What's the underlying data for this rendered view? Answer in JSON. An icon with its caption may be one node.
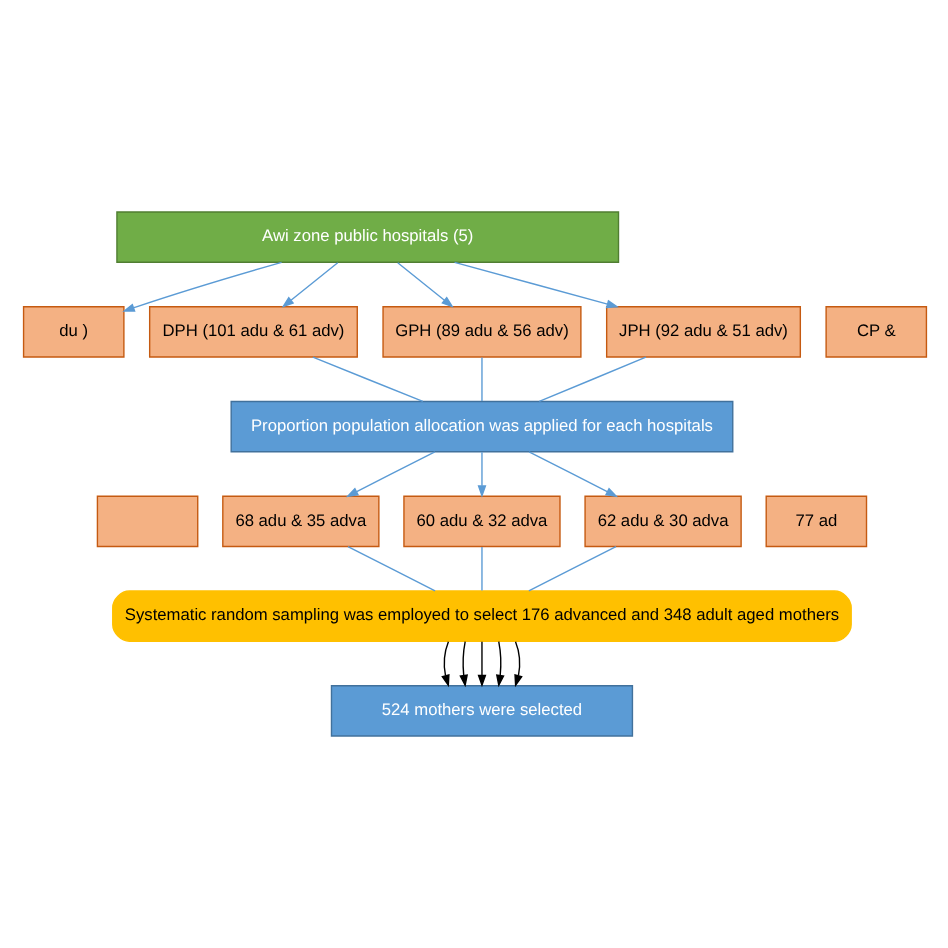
{
  "diagram": {
    "nodes": [
      {
        "text": [
          "Awi zone public hospitals (5)"
        ]
      },
      {
        "text": [
          "du )"
        ]
      },
      {
        "text": [
          "DPH (101 adu & 61 adv)"
        ]
      },
      {
        "text": [
          "GPH (89 adu & 56 adv)"
        ]
      },
      {
        "text": [
          "JPH (92 adu & 51 adv)"
        ]
      },
      {
        "text": [
          "CP &"
        ]
      },
      {
        "text": [
          "Proportion population allocation was applied for each hospitals"
        ]
      },
      {
        "text": [],
        "shape": "box"
      },
      {
        "text": [
          "68 adu & 35 adva"
        ]
      },
      {
        "text": [
          "60 adu & 32 adva"
        ]
      },
      {
        "text": [
          "62 adu & 30 adva"
        ]
      },
      {
        "text": [
          "77 ad"
        ]
      },
      {
        "text": [
          "Systematic random sampling was employed to select 176 advanced and 348 adult aged mothers"
        ]
      },
      {
        "text": [
          "524 mothers were selected"
        ]
      }
    ],
    "edges": [
      {
        "from": 0,
        "to": 1,
        "arrow": "to"
      },
      {
        "from": 0,
        "to": 2,
        "arrow": "to"
      },
      {
        "from": 0,
        "to": 3,
        "arrow": "to"
      },
      {
        "from": 0,
        "to": 4,
        "arrow": "to"
      },
      {
        "from": 2,
        "to": 6,
        "arrow": "none"
      },
      {
        "from": 3,
        "to": 6,
        "arrow": "none"
      },
      {
        "from": 4,
        "to": 6,
        "arrow": "none"
      },
      {
        "from": 6,
        "to": 8,
        "arrow": "to"
      },
      {
        "from": 6,
        "to": 9,
        "arrow": "to"
      },
      {
        "from": 6,
        "to": 10,
        "arrow": "to"
      },
      {
        "from": 8,
        "to": 12,
        "arrow": "none"
      },
      {
        "from": 9,
        "to": 12,
        "arrow": "none"
      },
      {
        "from": 10,
        "to": 12,
        "arrow": "none"
      },
      {
        "from": 12,
        "to": 13,
        "arrow": "to",
        "color": "#000000"
      },
      {
        "from": 12,
        "to": 13,
        "arrow": "to",
        "color": "#000000"
      },
      {
        "from": 12,
        "to": 13,
        "arrow": "to",
        "color": "#000000"
      },
      {
        "from": 12,
        "to": 13,
        "arrow": "to",
        "color": "#000000"
      },
      {
        "from": 12,
        "to": 13,
        "arrow": "to",
        "color": "#000000"
      }
    ]
  }
}
